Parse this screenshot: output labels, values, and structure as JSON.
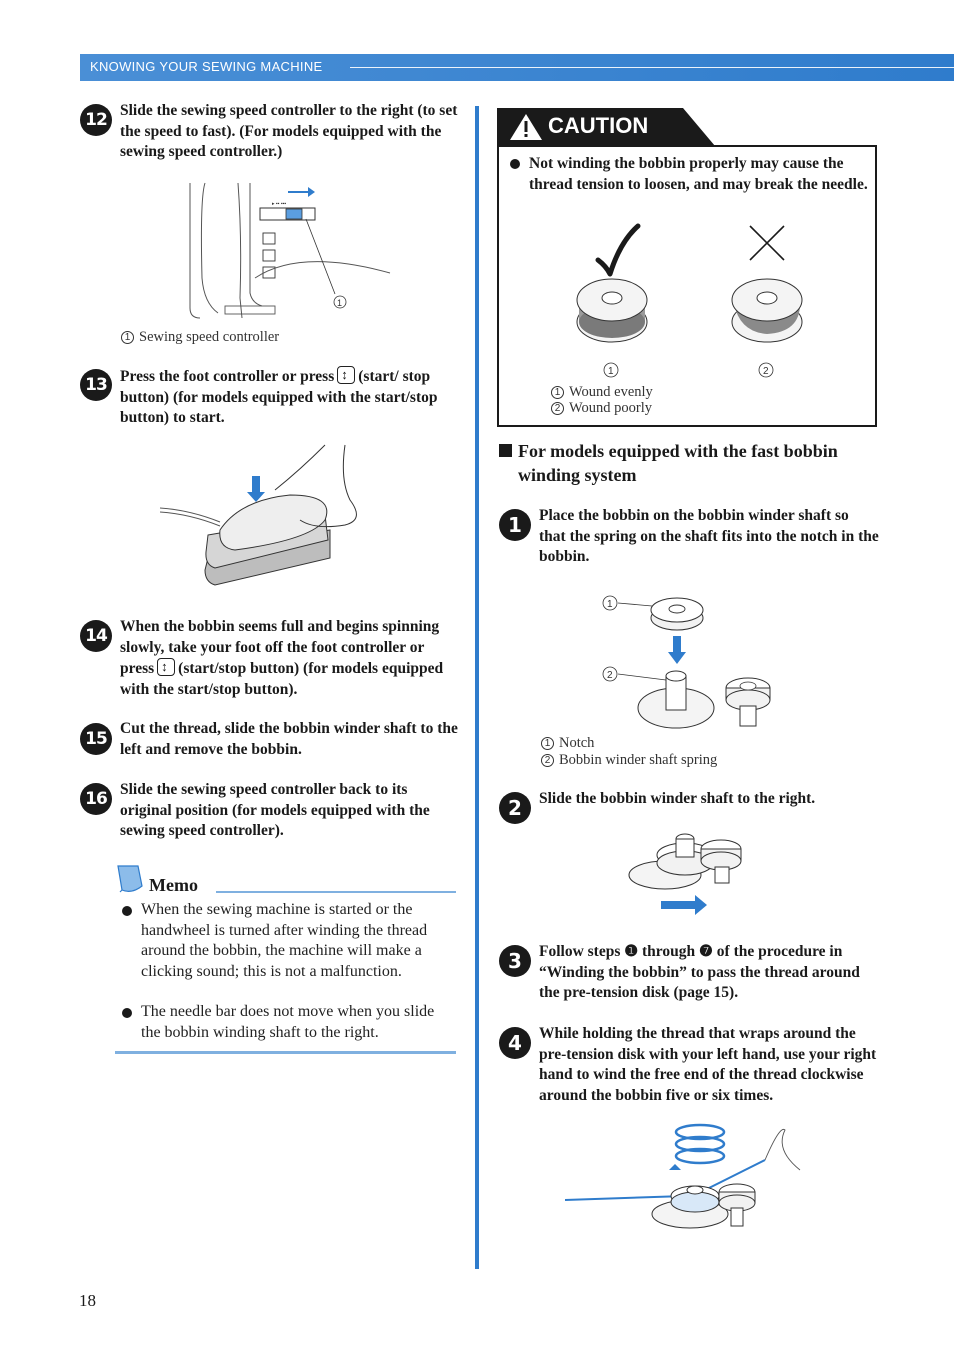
{
  "header": {
    "section_title": "KNOWING YOUR SEWING MACHINE"
  },
  "steps_left": [
    {
      "badge": "12",
      "text": "Slide the sewing speed controller to the right (to set the speed to fast). (For models equipped with the sewing speed controller.)"
    },
    {
      "badge": "13",
      "text_before": "Press the foot controller or press",
      "text_after": "(start/ stop button) (for models equipped with the start/stop button) to start."
    },
    {
      "badge": "14",
      "text_before": "When the bobbin seems full and begins spinning slowly, take your foot off the foot controller or press",
      "text_after": "(start/stop button) (for models equipped with the start/stop button)."
    },
    {
      "badge": "15",
      "text": "Cut the thread, slide the bobbin winder shaft to the left and remove the bobbin."
    },
    {
      "badge": "16",
      "text": "Slide the sewing speed controller back to its original position (for models equipped with the sewing speed controller)."
    }
  ],
  "fig_speed": {
    "callout_num": "1",
    "callout_label": "Sewing speed controller"
  },
  "memo": {
    "title": "Memo",
    "items": [
      "When the sewing machine is started or the handwheel is turned after winding the thread around the bobbin, the machine will make a clicking sound; this is not a malfunction.",
      "The needle bar does not move when you slide the bobbin winding shaft to the right."
    ]
  },
  "caution": {
    "title": "CAUTION",
    "text": "Not winding the bobbin properly may cause the thread tension to loosen, and may break the needle.",
    "labels": [
      {
        "num": "1",
        "text": "Wound evenly"
      },
      {
        "num": "2",
        "text": "Wound poorly"
      }
    ]
  },
  "section": {
    "title": "For models equipped with the fast bobbin winding system"
  },
  "steps_right": [
    {
      "badge": "1",
      "text": "Place the bobbin on the bobbin winder shaft so that the spring on the shaft fits into the notch in the bobbin."
    },
    {
      "badge": "2",
      "text": "Slide the bobbin winder shaft to the right."
    },
    {
      "badge": "3",
      "text": "Follow steps ❶ through ❼ of the procedure in “Winding the bobbin” to pass the thread around the pre-tension disk (page 15)."
    },
    {
      "badge": "4",
      "text": "While holding the thread that wraps around the pre-tension disk with your left hand, use your right hand to wind the free end of the thread clockwise around the bobbin five or six times."
    }
  ],
  "fig_bobbin_place": {
    "labels": [
      {
        "num": "1",
        "text": "Notch"
      },
      {
        "num": "2",
        "text": "Bobbin winder shaft spring"
      }
    ]
  },
  "footer": {
    "page_number": "18"
  },
  "colors": {
    "accent": "#2f7ccc",
    "memo_line": "#7fb0e0",
    "text": "#1a1a1a"
  }
}
